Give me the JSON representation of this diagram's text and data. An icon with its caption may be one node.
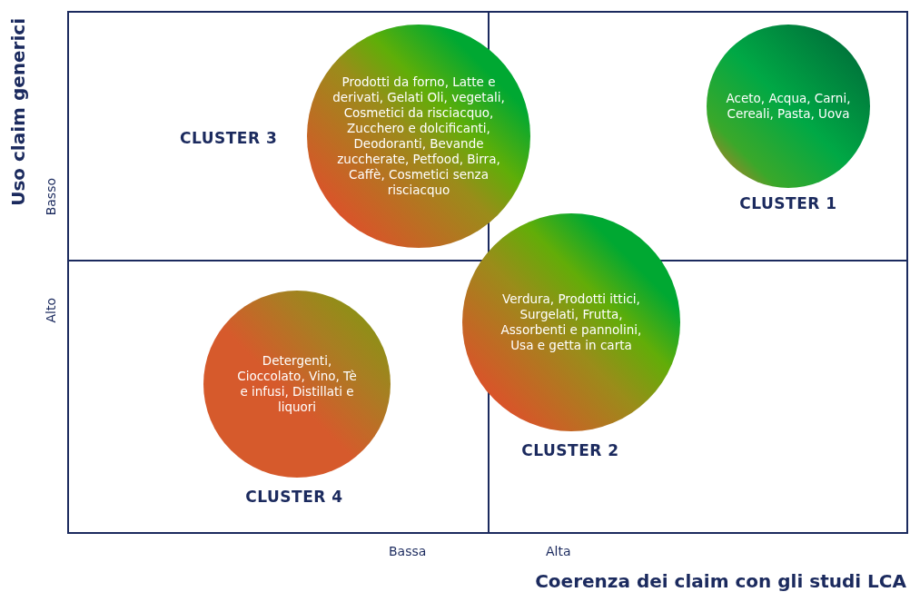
{
  "diagram": {
    "nodes": [
      {
        "text": [
          "Prodotti da forno, Latte e derivati, Gelati Oli, vegetali, Cosmetici da risciacquo, Zucchero e dolcificanti, Deodoranti, Bevande zuccherate, Petfood, Birra, Caffè, Cosmetici senza risciacquo"
        ],
        "beside": [
          "CLUSTER 3"
        ]
      },
      {
        "text": [
          "Aceto, Acqua, Carni, Cereali, Pasta, Uova"
        ],
        "beside": [
          "CLUSTER 1"
        ]
      },
      {
        "text": [
          "Verdura, Prodotti ittici, Surgelati, Frutta, Assorbenti e pannolini, Usa e getta in carta"
        ],
        "beside": [
          "CLUSTER 2"
        ]
      },
      {
        "text": [
          "Detergenti, Cioccolato, Vino, Tè e infusi, Distillati e liquori"
        ],
        "beside": [
          "CLUSTER 4"
        ]
      }
    ],
    "labels": [
      "Uso claim generici",
      "Basso",
      "Alto",
      "Bassa",
      "Alta",
      "Coerenza dei claim con gli studi LCA"
    ]
  }
}
